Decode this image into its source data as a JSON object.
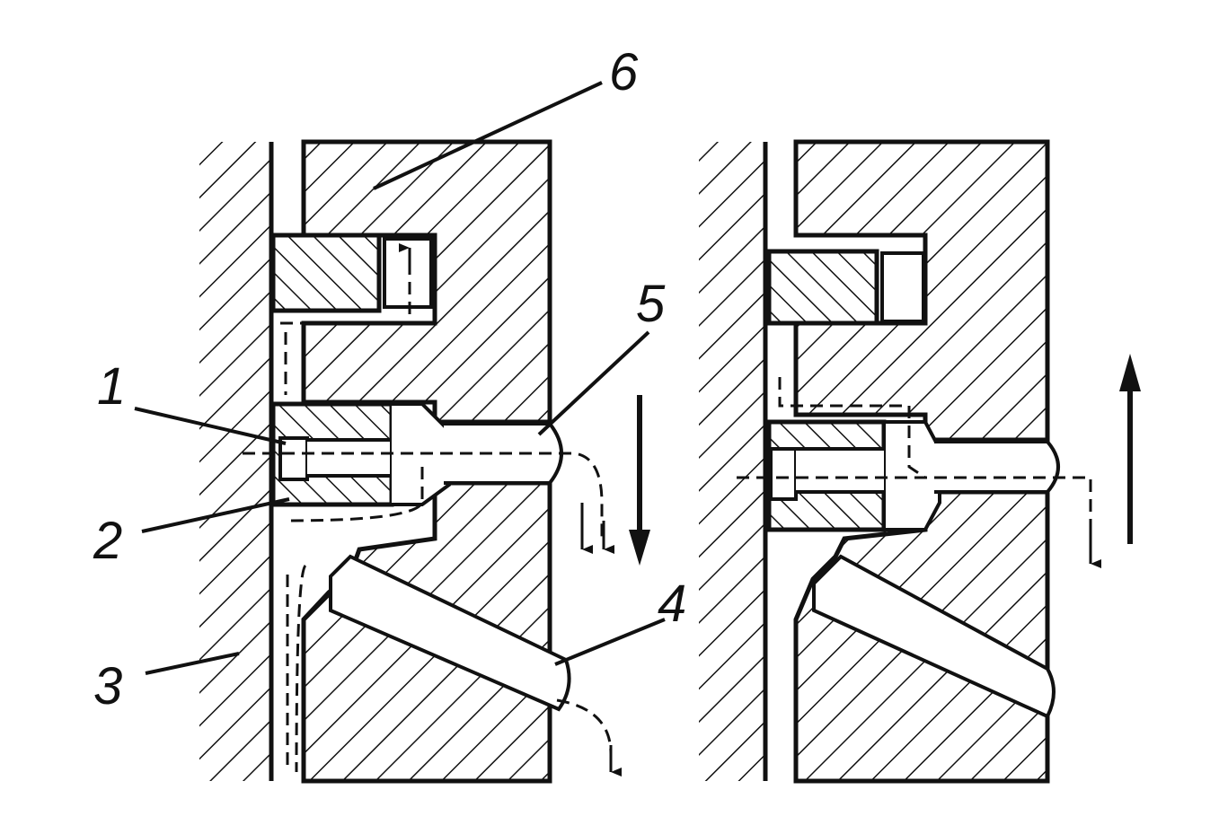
{
  "labels": {
    "part_1": "1",
    "part_2": "2",
    "part_3": "3",
    "part_4": "4",
    "part_5": "5",
    "part_6": "6"
  },
  "colors": {
    "ink": "#111111",
    "paper": "#ffffff"
  }
}
